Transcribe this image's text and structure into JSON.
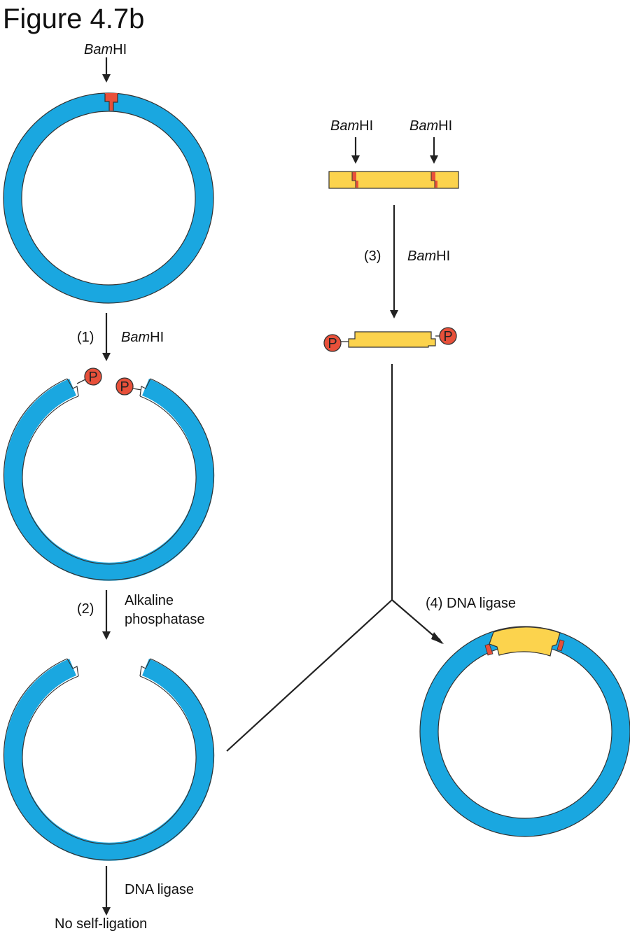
{
  "title": "Figure 4.7b",
  "labels": {
    "bamhi_top": {
      "italic": "Bam",
      "normal": "HI"
    },
    "bamhi_insert_left": {
      "italic": "Bam",
      "normal": "HI"
    },
    "bamhi_insert_right": {
      "italic": "Bam",
      "normal": "HI"
    },
    "step1_num": "(1)",
    "step1_enzyme": {
      "italic": "Bam",
      "normal": "HI"
    },
    "step2_num": "(2)",
    "step2_line1": "Alkaline",
    "step2_line2": "phosphatase",
    "step3_num": "(3)",
    "step3_enzyme": {
      "italic": "Bam",
      "normal": "HI"
    },
    "step4": "(4) DNA ligase",
    "ligase_bottom": "DNA ligase",
    "result": "No self-ligation",
    "phosphate": "P"
  },
  "colors": {
    "plasmid": "#1aa7e0",
    "insert": "#fcd34d",
    "cut_site": "#e8503a",
    "phosphate": "#e8503a"
  }
}
